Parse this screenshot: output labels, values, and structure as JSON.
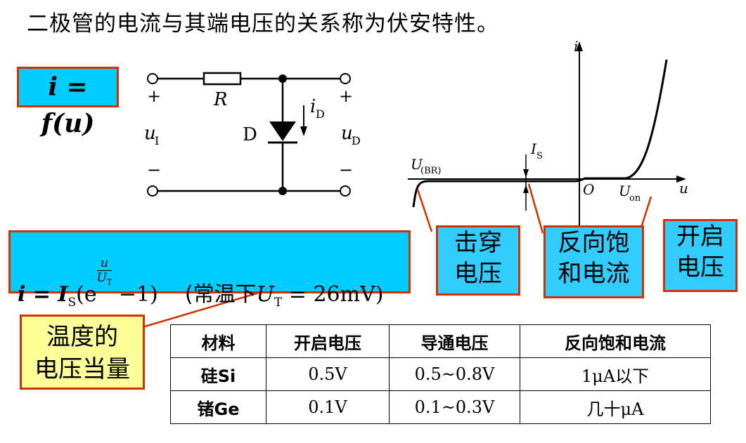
{
  "title": "二极管的电流与其端电压的关系称为伏安特性。",
  "formula_box": "i = f(u)",
  "circuit": {
    "resistor": "R",
    "diode": "D",
    "current": "i",
    "current_sub": "D",
    "input_voltage": "u",
    "input_sub": "I",
    "output_voltage": "u",
    "output_sub": "D",
    "plus": "+",
    "minus": "−"
  },
  "graph": {
    "y_axis": "i",
    "x_axis": "u",
    "origin": "O",
    "breakdown": "U",
    "breakdown_sub": "(BR)",
    "saturation": "I",
    "saturation_sub": "S",
    "onset": "U",
    "onset_sub": "on"
  },
  "callouts": {
    "breakdown": [
      "击穿",
      "电压"
    ],
    "saturation": [
      "反向饱",
      "和电流"
    ],
    "onset": [
      "开启",
      "电压"
    ]
  },
  "is_formula": {
    "lhs": "i = I",
    "lhs_sub": "S",
    "exp_num": "u",
    "exp_den": "U",
    "exp_den_sub": "T",
    "tail": "−1)",
    "note_pre": "(常温下",
    "note_var": "U",
    "note_sub": "T",
    "note_post": " = 26mV)"
  },
  "temp_box": [
    "温度的",
    "电压当量"
  ],
  "table": {
    "headers": [
      "材料",
      "开启电压",
      "导通电压",
      "反向饱和电流"
    ],
    "rows": [
      [
        "硅Si",
        "0.5V",
        "0.5~0.8V",
        "1μA以下"
      ],
      [
        "锗Ge",
        "0.1V",
        "0.1~0.3V",
        "几十μA"
      ]
    ]
  }
}
